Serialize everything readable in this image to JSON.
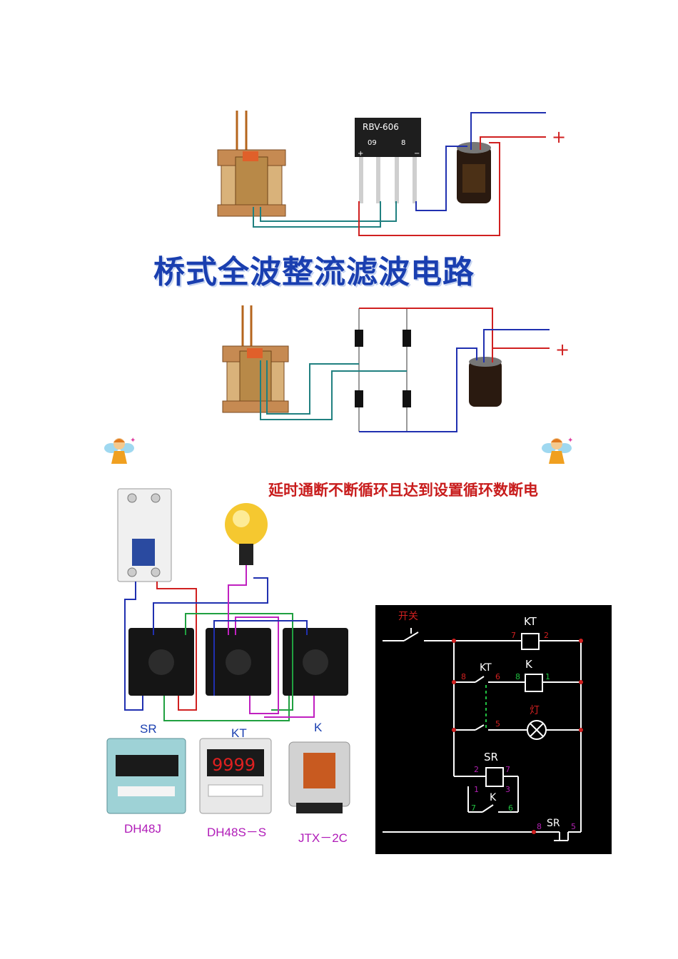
{
  "diagram1": {
    "title": "桥式全波整流滤波电路",
    "rectifier_label": "RBV-606",
    "rectifier_code_a": "09",
    "rectifier_code_b": "8",
    "plus_sign": "+",
    "minus_sign": "−"
  },
  "diagram2": {
    "title": "延时通断不断循环且达到设置循环数断电",
    "products": [
      {
        "top": "SR",
        "bottom": "DH48J"
      },
      {
        "top": "KT",
        "bottom": "DH48S－S"
      },
      {
        "top": "K",
        "bottom": "JTX－2C"
      }
    ],
    "timer_display": "9999",
    "schematic": {
      "switch_label": "开关",
      "lamp_label": "灯",
      "kt_coil": "KT",
      "k_coil": "K",
      "kt_contact": "KT",
      "sr_coil": "SR",
      "k_contact": "K",
      "sr_contact": "SR",
      "pins": {
        "kt7": "7",
        "kt2": "2",
        "k8": "8",
        "k1": "1",
        "ktc8": "8",
        "ktc6": "6",
        "ktc5": "5",
        "sr2": "2",
        "sr7": "7",
        "sr1": "1",
        "sr3": "3",
        "k7": "7",
        "k6": "6",
        "src8": "8",
        "src5": "5"
      }
    }
  },
  "colors": {
    "title_blue": "#1a3fb0",
    "title_red": "#c81c1c",
    "wire_blue": "#2030b0",
    "wire_red": "#d02020",
    "wire_teal": "#208080",
    "wire_green": "#20a040",
    "wire_purple": "#c020c0"
  }
}
